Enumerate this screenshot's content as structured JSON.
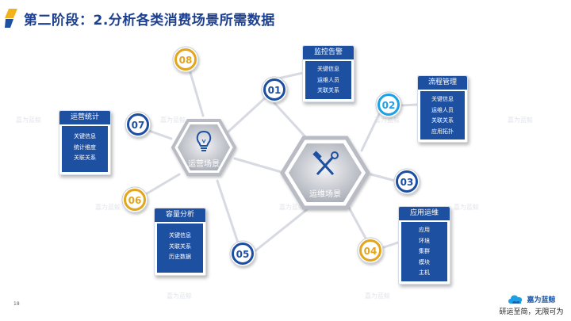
{
  "title": "第二阶段：2.分析各类消费场景所需数据",
  "page_number": "18",
  "brand": {
    "name": "嘉为蓝鲸",
    "slogan": "研运至简，无限可为",
    "colors": {
      "primary": "#1f5ba8",
      "accent": "#1ba0e6"
    }
  },
  "watermark": "嘉为蓝鲸",
  "colors": {
    "box": "#1e50a2",
    "blue_ring": "#1e50a2",
    "gold_ring": "#e3a51c",
    "hex_border": "#b9bcc4",
    "hex_fill": "#8e939e",
    "connector": "#d7dae2"
  },
  "hubs": [
    {
      "id": "ops",
      "label": "运营场景",
      "icon": "lightbulb-icon"
    },
    {
      "id": "maint",
      "label": "运维场景",
      "icon": "hammer-wrench-icon"
    }
  ],
  "nodes": [
    {
      "num": "01",
      "ring": "blue"
    },
    {
      "num": "02",
      "ring": "blue"
    },
    {
      "num": "03",
      "ring": "blue"
    },
    {
      "num": "04",
      "ring": "gold"
    },
    {
      "num": "05",
      "ring": "blue"
    },
    {
      "num": "06",
      "ring": "gold"
    },
    {
      "num": "07",
      "ring": "blue"
    },
    {
      "num": "08",
      "ring": "gold"
    }
  ],
  "boxes": {
    "monitor": {
      "title": "监控告警",
      "items": [
        "关键信息",
        "运维人员",
        "关联关系"
      ]
    },
    "process": {
      "title": "流程管理",
      "items": [
        "关键信息",
        "运维人员",
        "关联关系",
        "应用拓扑"
      ]
    },
    "appops": {
      "title": "应用运维",
      "items": [
        "应用",
        "环境",
        "集群",
        "模块",
        "主机"
      ]
    },
    "capacity": {
      "title": "容量分析",
      "items": [
        "关键信息",
        "关联关系",
        "历史数据"
      ]
    },
    "operstat": {
      "title": "运营统计",
      "items": [
        "关键信息",
        "统计维度",
        "关联关系"
      ]
    }
  }
}
